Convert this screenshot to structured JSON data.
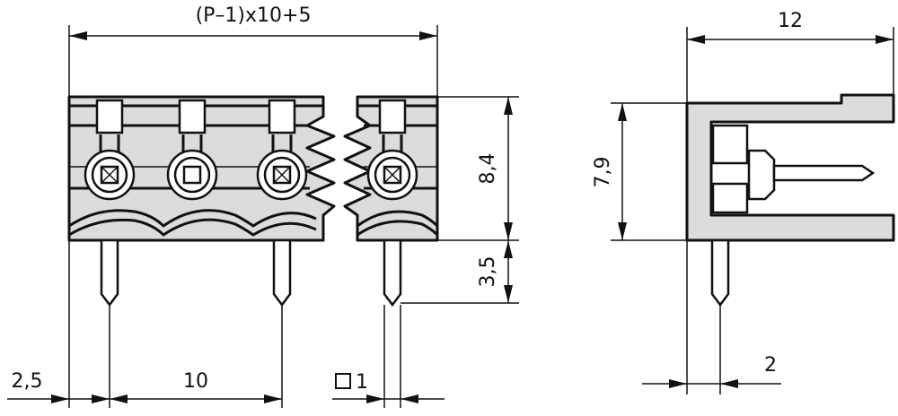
{
  "dimensions": {
    "overall_width": "(P–1)x10+5",
    "depth": "12",
    "body_height": "8,4",
    "pin_length": "3,5",
    "side_height": "7,9",
    "edge_offset": "2,5",
    "pitch": "10",
    "pin_square": "1",
    "side_pin_offset": "2"
  },
  "icons": {
    "square_symbol": "square-icon"
  }
}
